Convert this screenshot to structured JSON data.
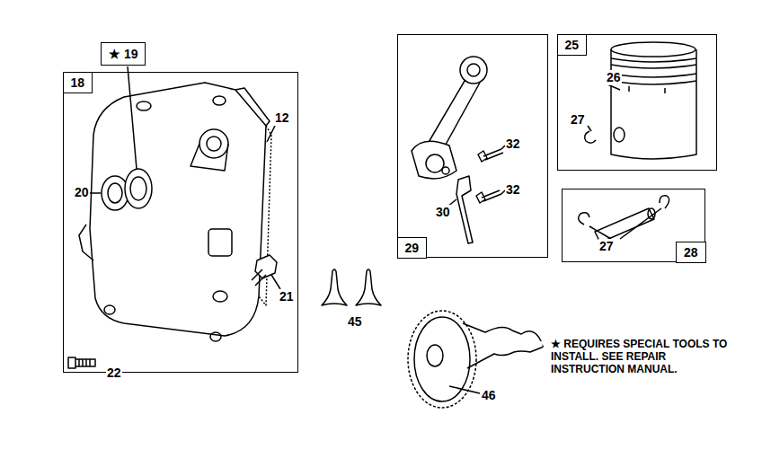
{
  "diagram": {
    "nodes": [
      {
        "text": [
          "18"
        ]
      },
      {
        "text": [
          "★ 19"
        ]
      },
      {
        "text": [
          "29"
        ]
      },
      {
        "text": [
          "25"
        ]
      },
      {
        "text": [
          "28"
        ]
      }
    ],
    "labels": [
      "12",
      "20",
      "21",
      "22",
      "30",
      "32",
      "32",
      "26",
      "27",
      "27",
      "45",
      "46",
      "★ REQUIRES SPECIAL TOOLS TO INSTALL. SEE REPAIR INSTRUCTION MANUAL."
    ]
  }
}
